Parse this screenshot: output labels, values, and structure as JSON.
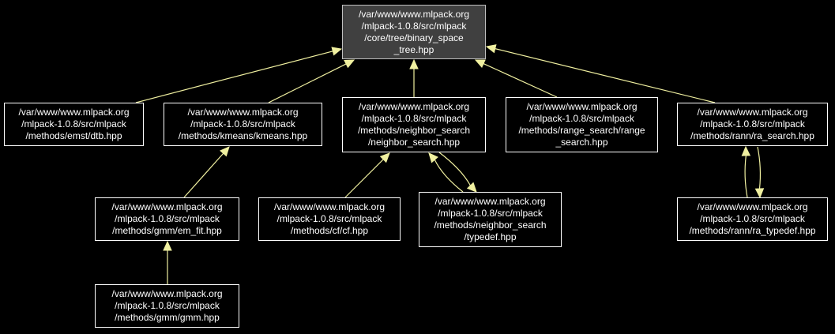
{
  "theme": {
    "background": "#000000",
    "node_border": "#ffffff",
    "node_text": "#ffffff",
    "focus_fill": "#404040",
    "edge_color": "#f0f0a0"
  },
  "nodes": [
    {
      "id": "binary_space_tree",
      "lines": [
        "/var/www/www.mlpack.org",
        "/mlpack-1.0.8/src/mlpack",
        "/core/tree/binary_space",
        "_tree.hpp"
      ]
    },
    {
      "id": "dtb",
      "lines": [
        "/var/www/www.mlpack.org",
        "/mlpack-1.0.8/src/mlpack",
        "/methods/emst/dtb.hpp"
      ]
    },
    {
      "id": "kmeans",
      "lines": [
        "/var/www/www.mlpack.org",
        "/mlpack-1.0.8/src/mlpack",
        "/methods/kmeans/kmeans.hpp"
      ]
    },
    {
      "id": "neighbor_search",
      "lines": [
        "/var/www/www.mlpack.org",
        "/mlpack-1.0.8/src/mlpack",
        "/methods/neighbor_search",
        "/neighbor_search.hpp"
      ]
    },
    {
      "id": "range_search",
      "lines": [
        "/var/www/www.mlpack.org",
        "/mlpack-1.0.8/src/mlpack",
        "/methods/range_search/range",
        "_search.hpp"
      ]
    },
    {
      "id": "ra_search",
      "lines": [
        "/var/www/www.mlpack.org",
        "/mlpack-1.0.8/src/mlpack",
        "/methods/rann/ra_search.hpp"
      ]
    },
    {
      "id": "em_fit",
      "lines": [
        "/var/www/www.mlpack.org",
        "/mlpack-1.0.8/src/mlpack",
        "/methods/gmm/em_fit.hpp"
      ]
    },
    {
      "id": "cf",
      "lines": [
        "/var/www/www.mlpack.org",
        "/mlpack-1.0.8/src/mlpack",
        "/methods/cf/cf.hpp"
      ]
    },
    {
      "id": "ns_typedef",
      "lines": [
        "/var/www/www.mlpack.org",
        "/mlpack-1.0.8/src/mlpack",
        "/methods/neighbor_search",
        "/typedef.hpp"
      ]
    },
    {
      "id": "ra_typedef",
      "lines": [
        "/var/www/www.mlpack.org",
        "/mlpack-1.0.8/src/mlpack",
        "/methods/rann/ra_typedef.hpp"
      ]
    },
    {
      "id": "gmm",
      "lines": [
        "/var/www/www.mlpack.org",
        "/mlpack-1.0.8/src/mlpack",
        "/methods/gmm/gmm.hpp"
      ]
    }
  ],
  "edges": [
    {
      "from": "dtb",
      "to": "binary_space_tree"
    },
    {
      "from": "kmeans",
      "to": "binary_space_tree"
    },
    {
      "from": "neighbor_search",
      "to": "binary_space_tree"
    },
    {
      "from": "range_search",
      "to": "binary_space_tree"
    },
    {
      "from": "ra_search",
      "to": "binary_space_tree"
    },
    {
      "from": "em_fit",
      "to": "kmeans"
    },
    {
      "from": "cf",
      "to": "neighbor_search"
    },
    {
      "from": "ns_typedef",
      "to": "neighbor_search"
    },
    {
      "from": "neighbor_search",
      "to": "ns_typedef"
    },
    {
      "from": "ra_typedef",
      "to": "ra_search"
    },
    {
      "from": "ra_search",
      "to": "ra_typedef"
    },
    {
      "from": "gmm",
      "to": "em_fit"
    }
  ]
}
